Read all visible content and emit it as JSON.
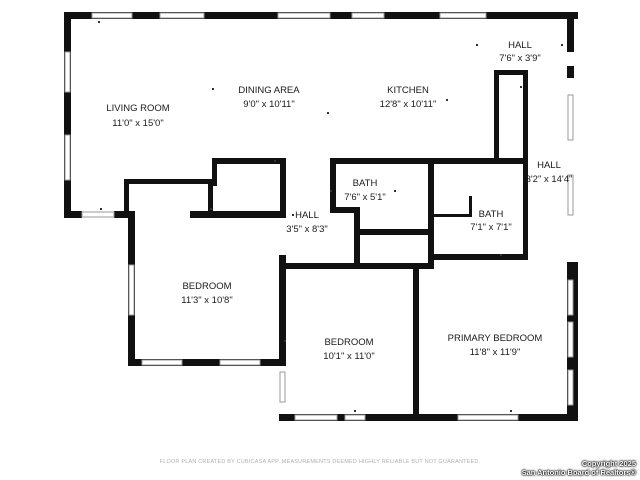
{
  "rooms": {
    "living": {
      "name": "LIVING ROOM",
      "size": "11'0\" x 15'0\""
    },
    "dining": {
      "name": "DINING AREA",
      "size": "9'0\" x 10'11\""
    },
    "kitchen": {
      "name": "KITCHEN",
      "size": "12'8\" x 10'11\""
    },
    "hall_top": {
      "name": "HALL",
      "size": "7'6\" x 3'9\""
    },
    "hall_right": {
      "name": "HALL",
      "size": "3'2\" x 14'4\""
    },
    "bath_1": {
      "name": "BATH",
      "size": "7'6\" x 5'1\""
    },
    "bath_2": {
      "name": "BATH",
      "size": "7'1\" x 7'1\""
    },
    "hall_center": {
      "name": "HALL",
      "size": "3'5\" x 8'3\""
    },
    "bedroom_1": {
      "name": "BEDROOM",
      "size": "11'3\" x 10'8\""
    },
    "bedroom_2": {
      "name": "BEDROOM",
      "size": "10'1\" x 11'0\""
    },
    "primary_bedroom": {
      "name": "PRIMARY BEDROOM",
      "size": "11'8\" x 11'9\""
    }
  },
  "footer": {
    "disclaimer": "FLOOR PLAN CREATED BY CUBICASA APP. MEASUREMENTS DEEMED HIGHLY RELIABLE BUT NOT GUARANTEED.",
    "copyright_line1": "Copyright 2025",
    "copyright_line2": "San Antonio Board of Realtors®"
  },
  "colors": {
    "wall": "#111111",
    "window": "#9a9a9a",
    "text": "#1a1a1a",
    "background": "#ffffff"
  }
}
